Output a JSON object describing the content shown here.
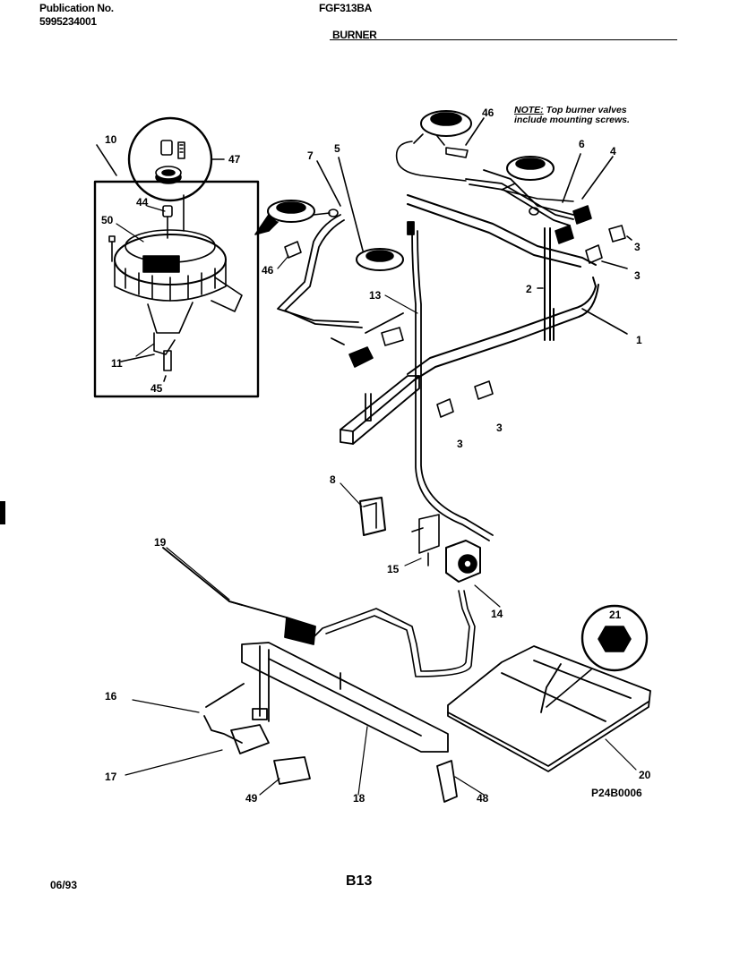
{
  "header": {
    "publication_label": "Publication No.",
    "publication_number": "5995234001",
    "model": "FGF313BA",
    "section": "BURNER"
  },
  "note": {
    "prefix": "NOTE:",
    "text": "Top burner valves include mounting screws."
  },
  "callouts": [
    {
      "id": "c-10",
      "label": "10"
    },
    {
      "id": "c-47",
      "label": "47"
    },
    {
      "id": "c-44",
      "label": "44"
    },
    {
      "id": "c-50",
      "label": "50"
    },
    {
      "id": "c-11",
      "label": "11"
    },
    {
      "id": "c-45",
      "label": "45"
    },
    {
      "id": "c-7",
      "label": "7"
    },
    {
      "id": "c-5",
      "label": "5"
    },
    {
      "id": "c-46a",
      "label": "46"
    },
    {
      "id": "c-46b",
      "label": "46"
    },
    {
      "id": "c-6",
      "label": "6"
    },
    {
      "id": "c-4",
      "label": "4"
    },
    {
      "id": "c-3a",
      "label": "3"
    },
    {
      "id": "c-3b",
      "label": "3"
    },
    {
      "id": "c-2",
      "label": "2"
    },
    {
      "id": "c-1",
      "label": "1"
    },
    {
      "id": "c-13",
      "label": "13"
    },
    {
      "id": "c-3c",
      "label": "3"
    },
    {
      "id": "c-3d",
      "label": "3"
    },
    {
      "id": "c-8",
      "label": "8"
    },
    {
      "id": "c-19",
      "label": "19"
    },
    {
      "id": "c-15",
      "label": "15"
    },
    {
      "id": "c-14",
      "label": "14"
    },
    {
      "id": "c-21",
      "label": "21"
    },
    {
      "id": "c-16",
      "label": "16"
    },
    {
      "id": "c-17",
      "label": "17"
    },
    {
      "id": "c-49",
      "label": "49"
    },
    {
      "id": "c-18",
      "label": "18"
    },
    {
      "id": "c-48",
      "label": "48"
    },
    {
      "id": "c-20",
      "label": "20"
    }
  ],
  "drawing_code": "P24B0006",
  "footer": {
    "date": "06/93",
    "page": "B13"
  }
}
